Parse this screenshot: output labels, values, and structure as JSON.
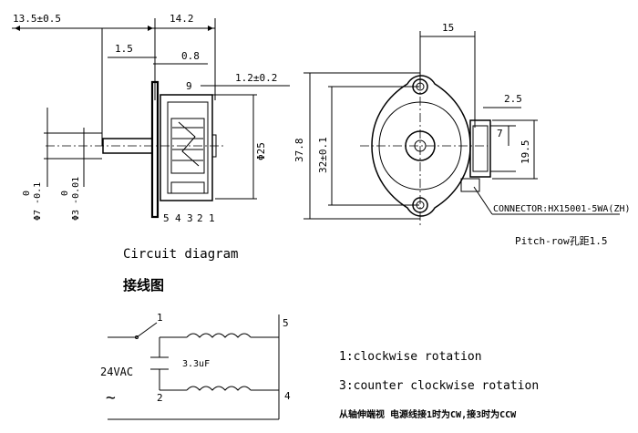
{
  "side_view": {
    "dim_13_5": "13.5±0.5",
    "dim_14_2": "14.2",
    "dim_1_5": "1.5",
    "dim_0_8": "0.8",
    "dim_9": "9",
    "dim_1_2": "1.2±0.2",
    "dim_d25": "Φ25",
    "dim_d7": "Φ7 -0.1",
    "dim_d7_top": "0",
    "dim_d3": "Φ3 -0.01",
    "dim_d3_top": "0",
    "pins": [
      "5",
      "4",
      "3",
      "2",
      "1"
    ]
  },
  "front_view": {
    "dim_15": "15",
    "dim_2_5": "2.5",
    "dim_7": "7",
    "dim_19_5": "19.5",
    "dim_37_8": "37.8",
    "dim_32": "32±0.1",
    "connector": "CONNECTOR:HX15001-5WA(ZH)",
    "pitch": "Pitch-row孔距1.5"
  },
  "circuit": {
    "title_en": "Circuit diagram",
    "title_cn": "接线图",
    "voltage": "24VAC",
    "capacitor": "3.3uF",
    "node1": "1",
    "node2": "2",
    "node4": "4",
    "node5": "5",
    "ac_symbol": "∼"
  },
  "notes": {
    "line1": "1:clockwise rotation",
    "line2": "3:counter clockwise rotation",
    "line3": "从轴伸端视 电源线接1时为CW,接3时为CCW"
  }
}
